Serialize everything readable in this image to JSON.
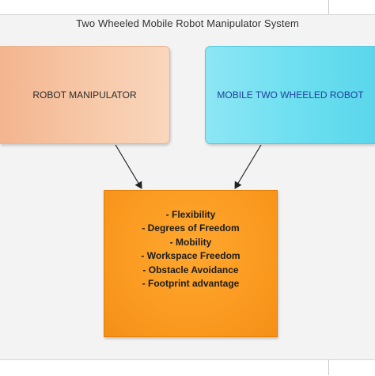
{
  "diagram": {
    "title": "Two Wheeled Mobile Robot Manipulator System",
    "left_box": {
      "label": "ROBOT MANIPULATOR"
    },
    "right_box": {
      "label": "MOBILE TWO WHEELED ROBOT"
    },
    "center_box": {
      "features": [
        "- Flexibility",
        "- Degrees of Freedom",
        "- Mobility",
        "- Workspace Freedom",
        "- Obstacle Avoidance",
        "- Footprint advantage"
      ]
    },
    "colors": {
      "left_box": "#f7c9a9",
      "right_box": "#6fe0f1",
      "center_box": "#fb9a20",
      "right_label_text": "#1f3f9a"
    }
  }
}
